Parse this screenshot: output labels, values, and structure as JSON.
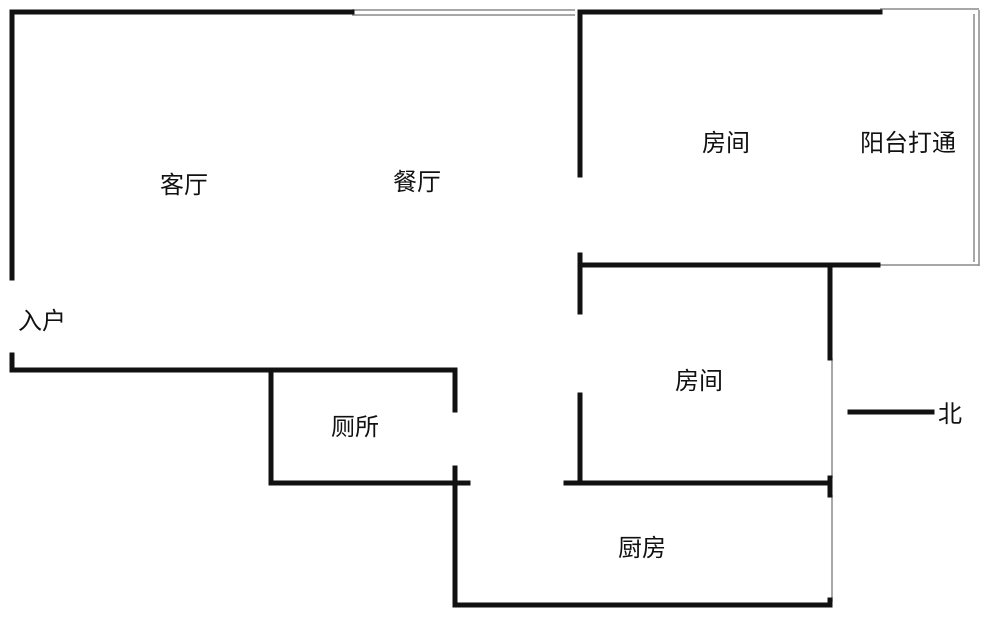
{
  "rooms": {
    "living_room": "客厅",
    "dining_room": "餐厅",
    "bedroom_north": "房间",
    "balcony": "阳台打通",
    "bedroom_middle": "房间",
    "toilet": "厕所",
    "kitchen": "厨房"
  },
  "entrance": "入户",
  "compass": {
    "label": "北"
  }
}
